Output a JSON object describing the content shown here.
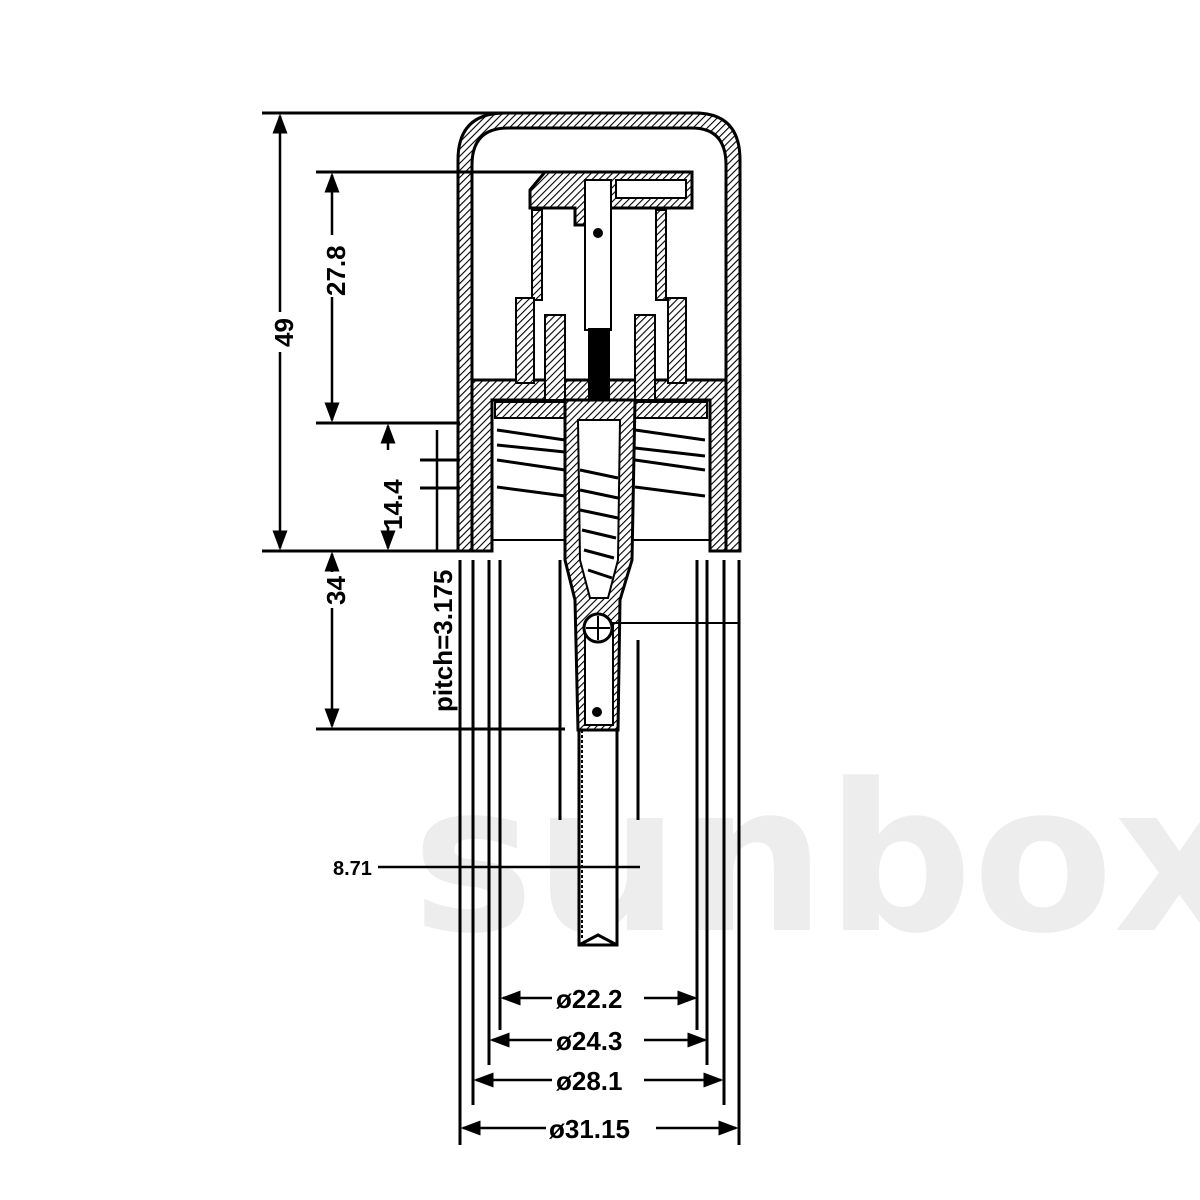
{
  "watermark": "sunbox",
  "dimensions": {
    "total_height": "49",
    "actuator_height": "27.8",
    "closure_height": "14.4",
    "pitch": "pitch=3.175",
    "below_closure": "34",
    "dip_tube": "8.71",
    "dia_22_2": "ø22.2",
    "dia_24_3": "ø24.3",
    "dia_28_1": "ø28.1",
    "dia_31_15": "ø31.15"
  },
  "colors": {
    "line": "#000000",
    "background": "#ffffff",
    "watermark": "#ededed"
  }
}
